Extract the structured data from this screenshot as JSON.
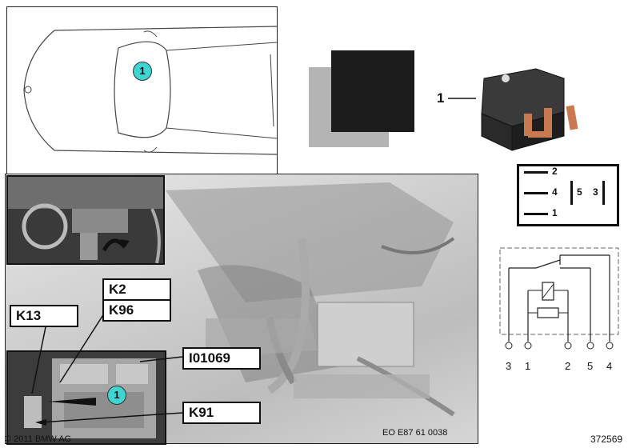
{
  "car_callout": "1",
  "part_callout": "1",
  "photo_callout": "1",
  "labels": {
    "k2": "K2",
    "k96": "K96",
    "k13": "K13",
    "i01069": "I01069",
    "k91": "K91"
  },
  "pinout": {
    "pin2": "2",
    "pin4": "4",
    "pin1": "1",
    "pin5": "5",
    "pin3": "3"
  },
  "circuit_pins": [
    "3",
    "1",
    "2",
    "5",
    "4"
  ],
  "photo_code": "EO E87 61 0038",
  "copyright": "© 2011 BMW AG",
  "figure_id": "372569",
  "colors": {
    "callout": "#3fd6d2",
    "dark_square": "#1b1b1b",
    "light_square": "#b4b4b4"
  }
}
